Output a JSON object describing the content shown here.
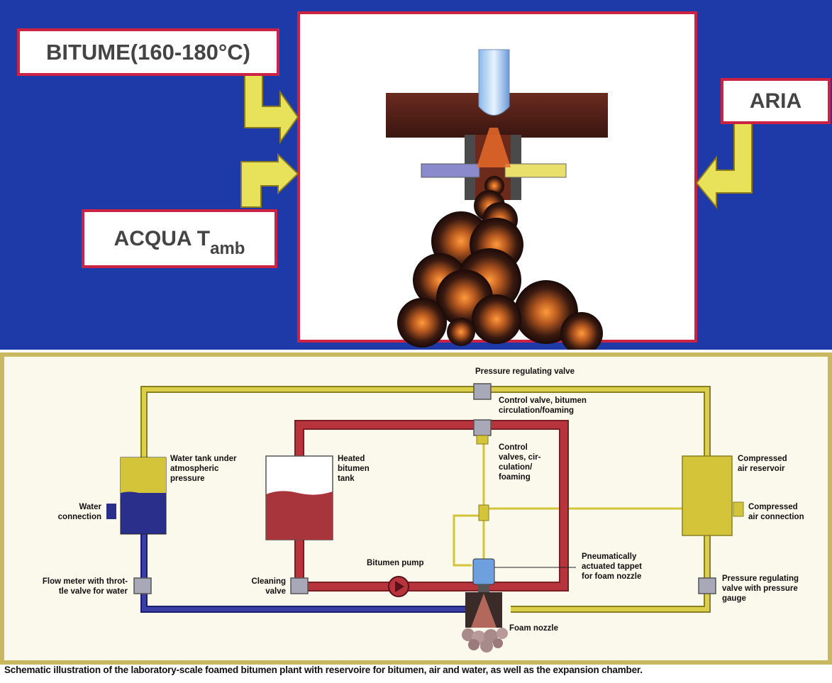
{
  "top": {
    "bitumen_label": "BITUME(160-180°C)",
    "air_label": "ARIA",
    "water_label_main": "ACQUA T",
    "water_label_sub": "amb"
  },
  "schematic": {
    "pressure_regulating_valve": "Pressure regulating valve",
    "control_valve_bitumen": [
      "Control valve, bitumen",
      "circulation/foaming"
    ],
    "water_tank": [
      "Water tank under",
      "atmospheric",
      "pressure"
    ],
    "heated_bitumen_tank": [
      "Heated",
      "bitumen",
      "tank"
    ],
    "control_valves": [
      "Control",
      "valves, cir-",
      "culation/",
      "foaming"
    ],
    "compressed_air_reservoir": [
      "Compressed",
      "air reservoir"
    ],
    "water_connection": [
      "Water",
      "connection"
    ],
    "compressed_air_connection": [
      "Compressed",
      "air connection"
    ],
    "bitumen_pump": "Bitumen pump",
    "pneumatic_tappet": [
      "Pneumatically",
      "actuated tappet",
      "for foam nozzle"
    ],
    "flow_meter": [
      "Flow meter with throt-",
      "tle valve for water"
    ],
    "cleaning_valve": [
      "Cleaning",
      "valve"
    ],
    "pressure_gauge_valve": [
      "Pressure regulating",
      "valve with pressure",
      "gauge"
    ],
    "foam_nozzle": "Foam nozzle"
  },
  "caption": "Schematic illustration of the laboratory-scale foamed bitumen plant with reservoire for bitumen, air and water, as well as the expansion chamber.",
  "colors": {
    "blue_bg": "#1e3aa8",
    "label_border": "#cc2244",
    "arrow_yellow": "#e8e25a",
    "pipe_yellow": "#d4c23a",
    "pipe_red": "#b8343c",
    "pipe_blue": "#2a2f8c"
  }
}
